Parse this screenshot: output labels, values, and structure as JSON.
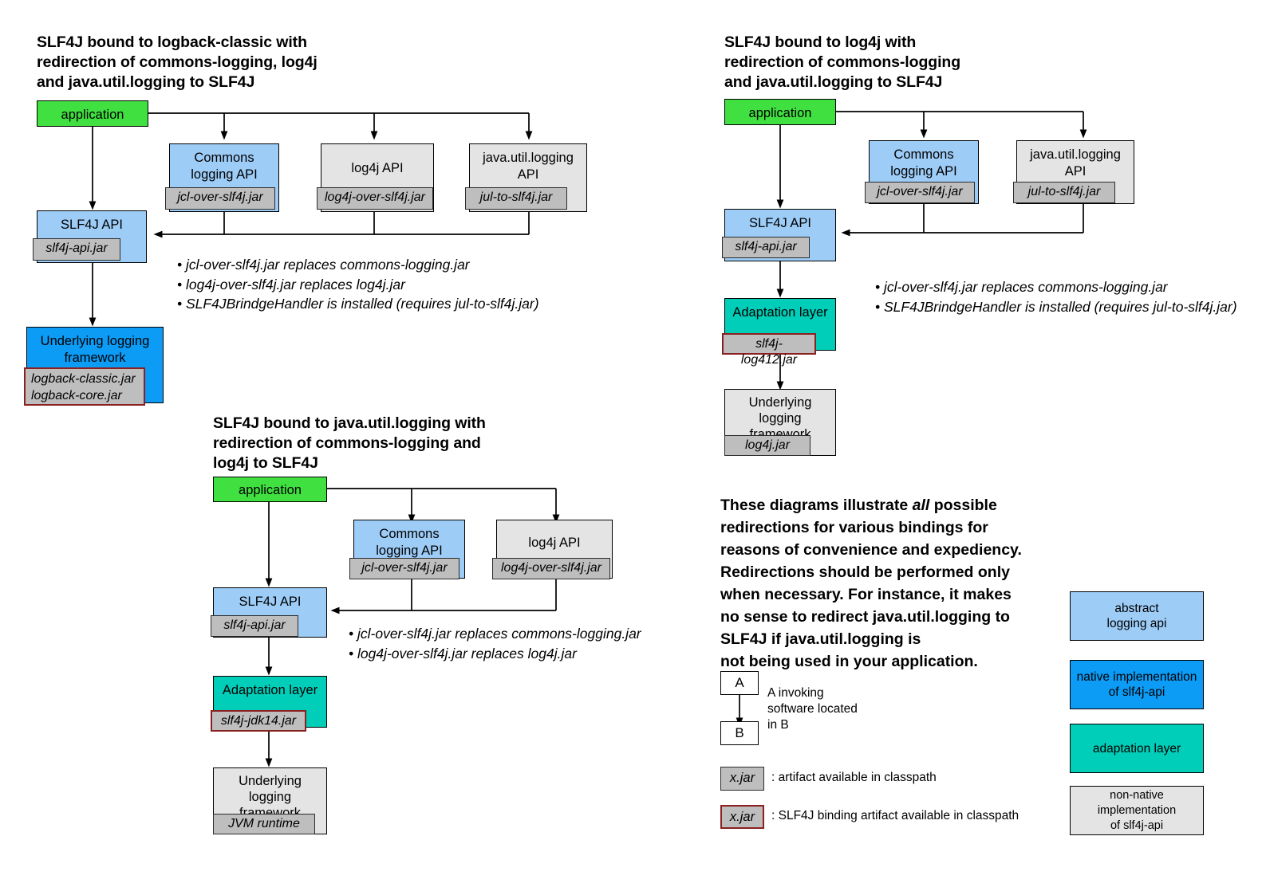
{
  "diagram1": {
    "title": "SLF4J bound to logback-classic with\nredirection of commons-logging, log4j\nand java.util.logging to SLF4J",
    "nodes": {
      "application": "application",
      "commons": "Commons\nlogging API",
      "commons_jar": "jcl-over-slf4j.jar",
      "log4j": "log4j API",
      "log4j_jar": "log4j-over-slf4j.jar",
      "jul": "java.util.logging\nAPI",
      "jul_jar": "jul-to-slf4j.jar",
      "slf4j_api": "SLF4J API",
      "slf4j_api_jar": "slf4j-api.jar",
      "underlying": "Underlying logging\nframework",
      "underlying_jar": "logback-classic.jar\nlogback-core.jar"
    },
    "bullets": [
      "• jcl-over-slf4j.jar replaces commons-logging.jar",
      "• log4j-over-slf4j.jar replaces log4j.jar",
      "• SLF4JBrindgeHandler is installed (requires jul-to-slf4j.jar)"
    ]
  },
  "diagram2": {
    "title": "SLF4J bound to log4j with\nredirection of commons-logging\nand java.util.logging to SLF4J",
    "nodes": {
      "application": "application",
      "commons": "Commons\nlogging API",
      "commons_jar": "jcl-over-slf4j.jar",
      "jul": "java.util.logging\nAPI",
      "jul_jar": "jul-to-slf4j.jar",
      "slf4j_api": "SLF4J API",
      "slf4j_api_jar": "slf4j-api.jar",
      "adaptation": "Adaptation layer",
      "adaptation_jar": "slf4j-log412.jar",
      "underlying": "Underlying\nlogging\nframework",
      "underlying_jar": "log4j.jar"
    },
    "bullets": [
      "• jcl-over-slf4j.jar replaces commons-logging.jar",
      "• SLF4JBrindgeHandler is installed (requires jul-to-slf4j.jar)"
    ]
  },
  "diagram3": {
    "title": "SLF4J bound to java.util.logging with\nredirection of commons-logging and\nlog4j to SLF4J",
    "nodes": {
      "application": "application",
      "commons": "Commons\nlogging API",
      "commons_jar": "jcl-over-slf4j.jar",
      "log4j": "log4j API",
      "log4j_jar": "log4j-over-slf4j.jar",
      "slf4j_api": "SLF4J API",
      "slf4j_api_jar": "slf4j-api.jar",
      "adaptation": "Adaptation layer",
      "adaptation_jar": "slf4j-jdk14.jar",
      "underlying": "Underlying\nlogging\nframework",
      "underlying_jar": "JVM runtime"
    },
    "bullets": [
      "• jcl-over-slf4j.jar replaces commons-logging.jar",
      "• log4j-over-slf4j.jar replaces log4j.jar"
    ]
  },
  "note": {
    "line1": "These diagrams illustrate ",
    "emphasis": "all",
    "line2": " possible\nredirections for various bindings for\nreasons of convenience and expediency.\nRedirections should be performed only\nwhen necessary. For instance, it makes\nno sense to redirect java.util.logging to\nSLF4J if java.util.logging is\nnot being used in your application."
  },
  "legend": {
    "box_a": "A",
    "box_b": "B",
    "arrow_caption": "A invoking\nsoftware located\nin B",
    "jar_plain": "x.jar",
    "jar_plain_caption": ": artifact available in classpath",
    "jar_binding": "x.jar",
    "jar_binding_caption": ": SLF4J binding artifact available in classpath",
    "swatches": [
      {
        "label": "abstract\nlogging api",
        "color": "#9DCCF7",
        "kind": "abstract"
      },
      {
        "label": "native implementation\nof slf4j-api",
        "color": "#0C9BF5",
        "kind": "native"
      },
      {
        "label": "adaptation layer",
        "color": "#00CEB8",
        "kind": "adaptation"
      },
      {
        "label": "non-native implementation\nof slf4j-api",
        "color": "#E4E4E4",
        "kind": "nonnative"
      }
    ]
  },
  "colors": {
    "application_green": "#41E041",
    "abstract_blue": "#9DCCF7",
    "native_blue": "#0C9BF5",
    "adaptation_teal": "#00CEB8",
    "nonnative_gray": "#E4E4E4",
    "jar_gray": "#BEBEBE",
    "binding_border_red": "#8A2020",
    "line_black": "#000000"
  }
}
